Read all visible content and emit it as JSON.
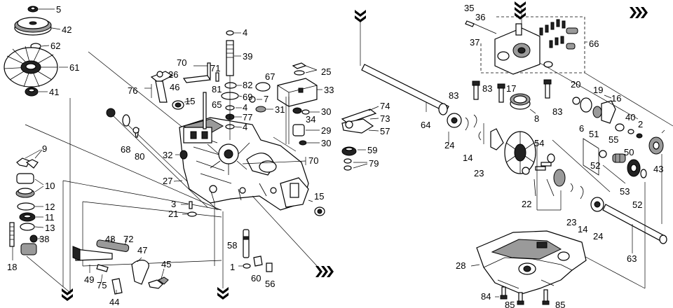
{
  "diagram": {
    "labels": {
      "p1": "1",
      "p2": "2",
      "p3": "3",
      "p4a": "4",
      "p4b": "4",
      "p4c": "4",
      "p5": "5",
      "p6": "6",
      "p7": "7",
      "p8": "8",
      "p9": "9",
      "p10": "10",
      "p11": "11",
      "p12": "12",
      "p13": "13",
      "p14a": "14",
      "p14b": "14",
      "p15a": "15",
      "p15b": "15",
      "p16": "16",
      "p17": "17",
      "p18": "18",
      "p19": "19",
      "p20": "20",
      "p21": "21",
      "p22": "22",
      "p23a": "23",
      "p23b": "23",
      "p24a": "24",
      "p24b": "24",
      "p25": "25",
      "p26": "26",
      "p27": "27",
      "p28": "28",
      "p29": "29",
      "p30a": "30",
      "p30b": "30",
      "p31": "31",
      "p32": "32",
      "p33": "33",
      "p34": "34",
      "p35": "35",
      "p36": "36",
      "p37": "37",
      "p38": "38",
      "p39": "39",
      "p40": "40",
      "p41": "41",
      "p42": "42",
      "p43": "43",
      "p44": "44",
      "p45": "45",
      "p46": "46",
      "p47": "47",
      "p48": "48",
      "p49": "49",
      "p50": "50",
      "p51": "51",
      "p52a": "52",
      "p52b": "52",
      "p53": "53",
      "p54": "54",
      "p55": "55",
      "p56": "56",
      "p57": "57",
      "p58": "58",
      "p59": "59",
      "p60": "60",
      "p61": "61",
      "p62": "62",
      "p63": "63",
      "p64": "64",
      "p65": "65",
      "p66": "66",
      "p67": "67",
      "p68": "68",
      "p69": "69",
      "p70a": "70",
      "p70b": "70",
      "p71": "71",
      "p72": "72",
      "p73": "73",
      "p74": "74",
      "p75": "75",
      "p76": "76",
      "p77": "77",
      "p79": "79",
      "p80": "80",
      "p81": "81",
      "p82": "82",
      "p83a": "83",
      "p83b": "83",
      "p83c": "83",
      "p84": "84",
      "p85a": "85",
      "p85b": "85"
    },
    "colors": {
      "line": "#000000",
      "fill": "#ffffff",
      "shade": "#9a9a9a",
      "dark": "#222222"
    }
  }
}
